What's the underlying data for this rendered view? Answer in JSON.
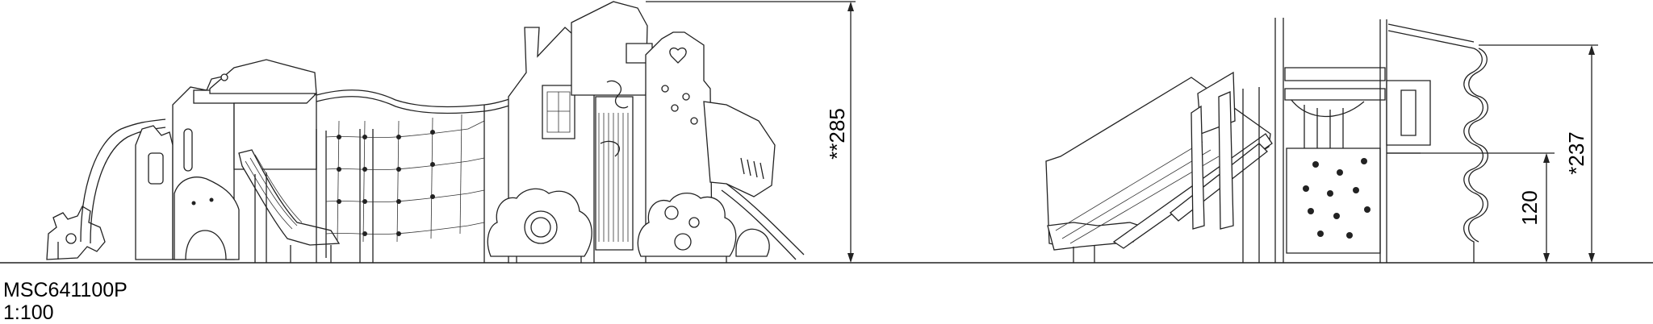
{
  "drawing": {
    "model_code": "MSC641100P",
    "scale": "1:100",
    "dimensions": {
      "height_left": "**285",
      "height_right": "*237",
      "platform_height": "120"
    },
    "colors": {
      "line": "#222222",
      "background": "#ffffff"
    }
  }
}
